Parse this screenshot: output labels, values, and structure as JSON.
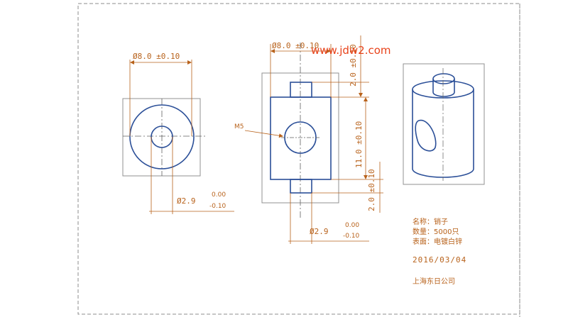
{
  "drawing": {
    "watermark": "www.jdw2.com",
    "views": {
      "top": {
        "dim_outer": "Ø8.0 ±0.10",
        "dim_hole": "Ø2.9",
        "tol_upper": "0.00",
        "tol_lower": "-0.10"
      },
      "front": {
        "dim_outer": "Ø8.0 ±0.10",
        "dim_pin": "Ø2.9",
        "tol_upper": "0.00",
        "tol_lower": "-0.10",
        "thread_label": "M5",
        "dim_top_height": "2.0 ±0.10",
        "dim_body_height": "11.0 ±0.10",
        "dim_bottom_height": "2.0 ±0.10"
      }
    },
    "title_block": {
      "name": "名称：销子",
      "quantity": "数量：5000只",
      "surface": "表面：电镀白锌",
      "date": "2016/03/04",
      "company": "上海东日公司"
    },
    "colors": {
      "outline": "#2b4f98",
      "dimension": "#b8621b",
      "center_line": "#606060",
      "view_box": "#808080",
      "watermark": "#e8421a"
    }
  }
}
